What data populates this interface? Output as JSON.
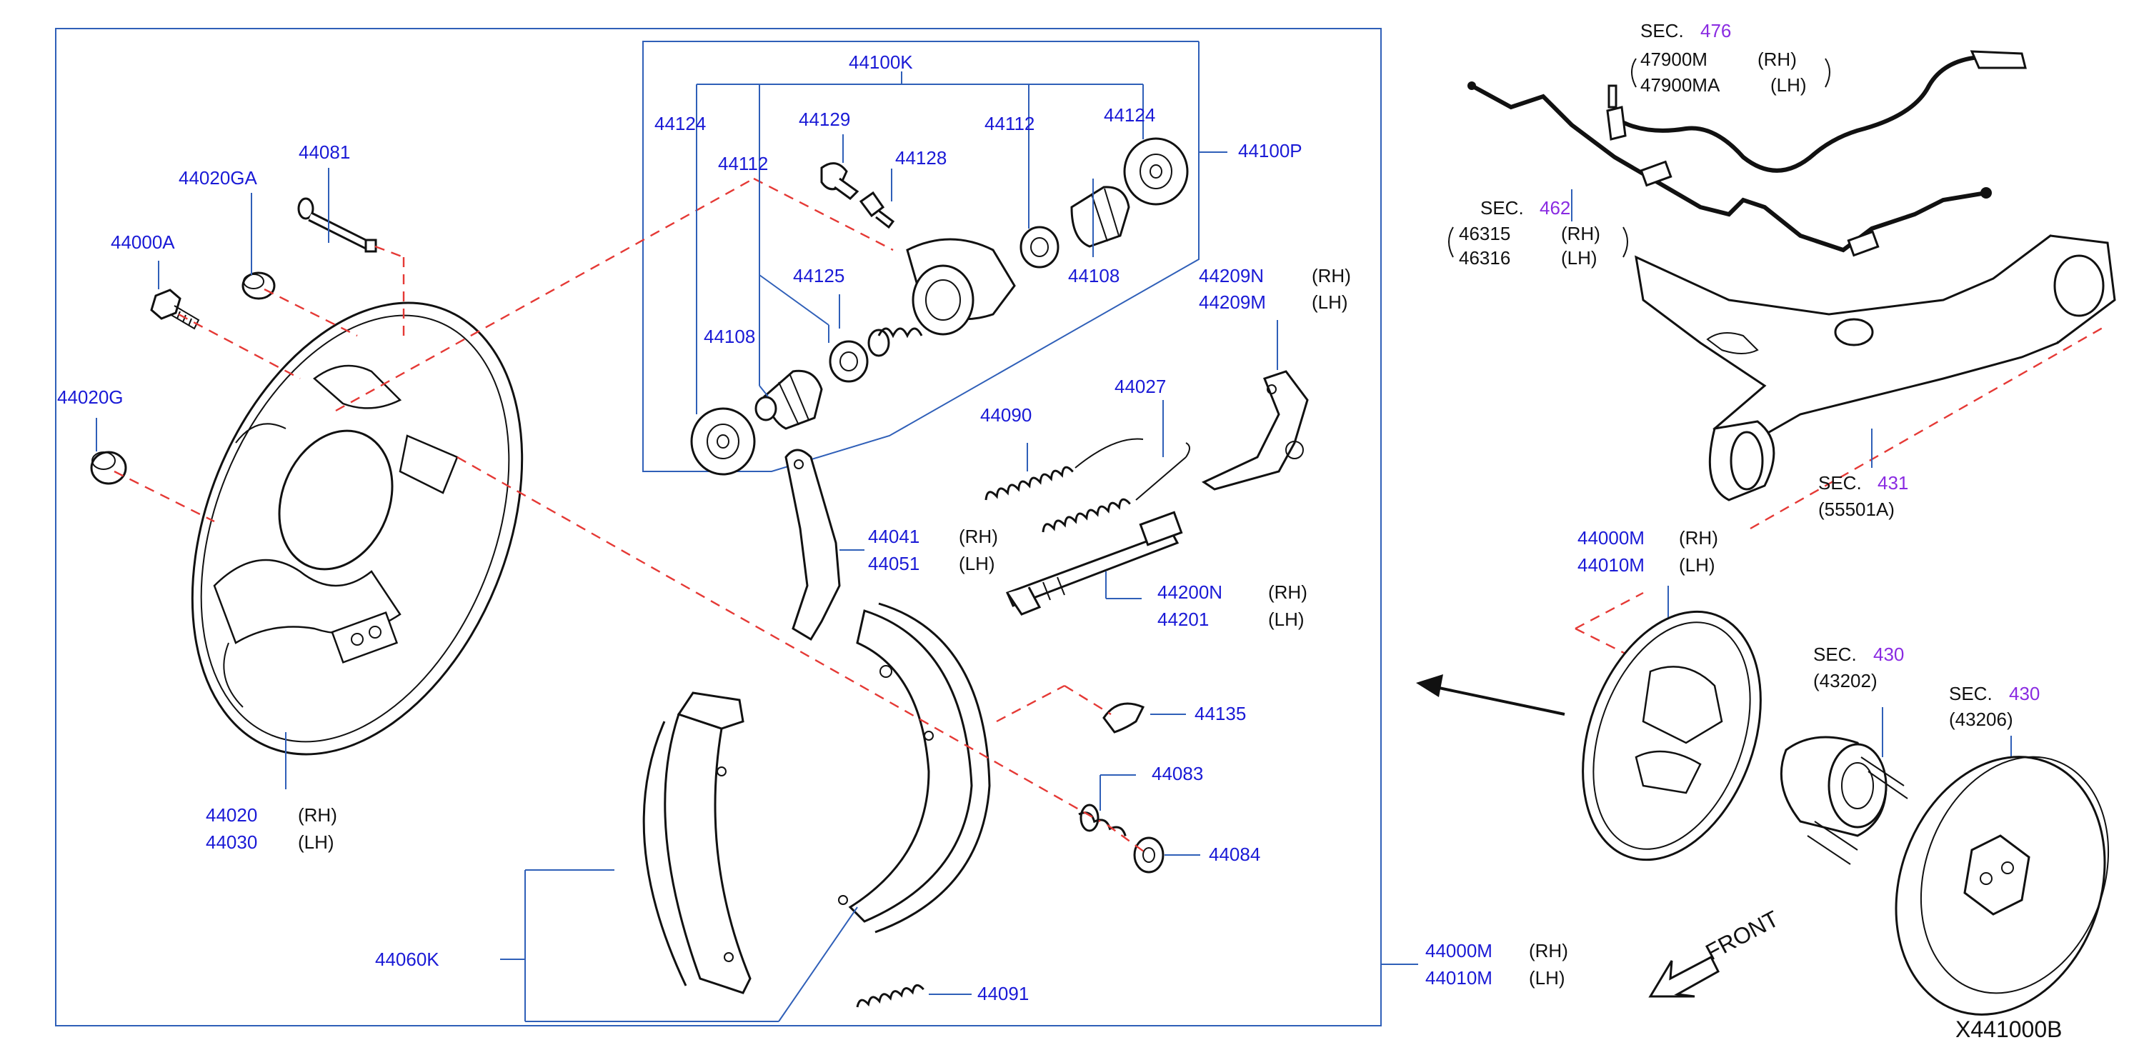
{
  "figure_code": "X441000B",
  "front_label": "FRONT",
  "assembly": {
    "box_label_part": "44000M",
    "box_label_part_b": "44010M",
    "rh": "(RH)",
    "lh": "(LH)"
  },
  "wheel_cylinder": {
    "kit": "44100K",
    "assy": "44100P",
    "parts": {
      "p44124_left": "44124",
      "p44112_left": "44112",
      "p44129": "44129",
      "p44128": "44128",
      "p44112_right": "44112",
      "p44124_right": "44124",
      "p44125": "44125",
      "p44108_left": "44108",
      "p44108_right": "44108"
    }
  },
  "parts": {
    "p44081": "44081",
    "p44020GA": "44020GA",
    "p44000A": "44000A",
    "p44020G": "44020G",
    "p44020": "44020",
    "p44030": "44030",
    "p44090": "44090",
    "p44027": "44027",
    "p44209N": "44209N",
    "p44209M": "44209M",
    "p44041": "44041",
    "p44051": "44051",
    "p44200N": "44200N",
    "p44201": "44201",
    "p44135": "44135",
    "p44083": "44083",
    "p44084": "44084",
    "p44060K": "44060K",
    "p44091": "44091"
  },
  "right_side": {
    "sec476": {
      "sec": "SEC.",
      "num": "476",
      "a": "47900M",
      "a_side": "(RH)",
      "b": "47900MA",
      "b_side": "(LH)"
    },
    "sec462": {
      "sec": "SEC.",
      "num": "462",
      "a": "46315",
      "a_side": "(RH)",
      "b": "46316",
      "b_side": "(LH)"
    },
    "sec431": {
      "sec": "SEC.",
      "num": "431",
      "ref": "(55501A)"
    },
    "assy": {
      "a": "44000M",
      "a_side": "(RH)",
      "b": "44010M",
      "b_side": "(LH)"
    },
    "sec430a": {
      "sec": "SEC.",
      "num": "430",
      "ref": "(43202)"
    },
    "sec430b": {
      "sec": "SEC.",
      "num": "430",
      "ref": "(43206)"
    }
  }
}
